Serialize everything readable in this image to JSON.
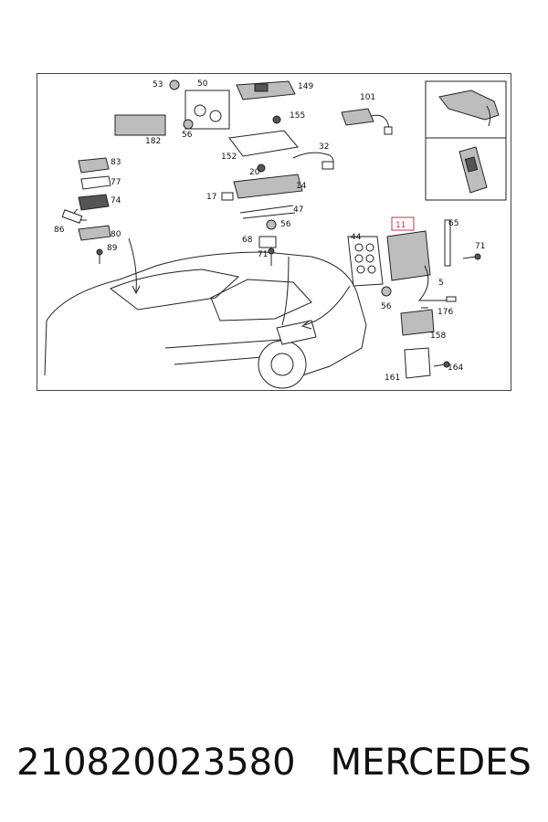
{
  "diagram": {
    "callouts": [
      {
        "id": "c53",
        "text": "53"
      },
      {
        "id": "c50",
        "text": "50"
      },
      {
        "id": "c149",
        "text": "149"
      },
      {
        "id": "c101",
        "text": "101"
      },
      {
        "id": "c155",
        "text": "155"
      },
      {
        "id": "c182",
        "text": "182"
      },
      {
        "id": "c56a",
        "text": "56"
      },
      {
        "id": "c152",
        "text": "152"
      },
      {
        "id": "c32",
        "text": "32"
      },
      {
        "id": "c83",
        "text": "83"
      },
      {
        "id": "c77",
        "text": "77"
      },
      {
        "id": "c20",
        "text": "20"
      },
      {
        "id": "c14",
        "text": "14"
      },
      {
        "id": "c74",
        "text": "74"
      },
      {
        "id": "c17",
        "text": "17"
      },
      {
        "id": "c47",
        "text": "47"
      },
      {
        "id": "c11",
        "text": "11"
      },
      {
        "id": "c65",
        "text": "65"
      },
      {
        "id": "c86",
        "text": "86"
      },
      {
        "id": "c56b",
        "text": "56"
      },
      {
        "id": "c80",
        "text": "80"
      },
      {
        "id": "c89",
        "text": "89"
      },
      {
        "id": "c68",
        "text": "68"
      },
      {
        "id": "c44",
        "text": "44"
      },
      {
        "id": "c71a",
        "text": "71"
      },
      {
        "id": "c71b",
        "text": "71"
      },
      {
        "id": "c5",
        "text": "5"
      },
      {
        "id": "c56c",
        "text": "56"
      },
      {
        "id": "c176",
        "text": "176"
      },
      {
        "id": "c158",
        "text": "158"
      },
      {
        "id": "c164",
        "text": "164"
      },
      {
        "id": "c161",
        "text": "161"
      }
    ],
    "highlight_color": "#c0394b"
  },
  "caption": {
    "part_number": "210820023580",
    "brand": "MERCEDES"
  }
}
